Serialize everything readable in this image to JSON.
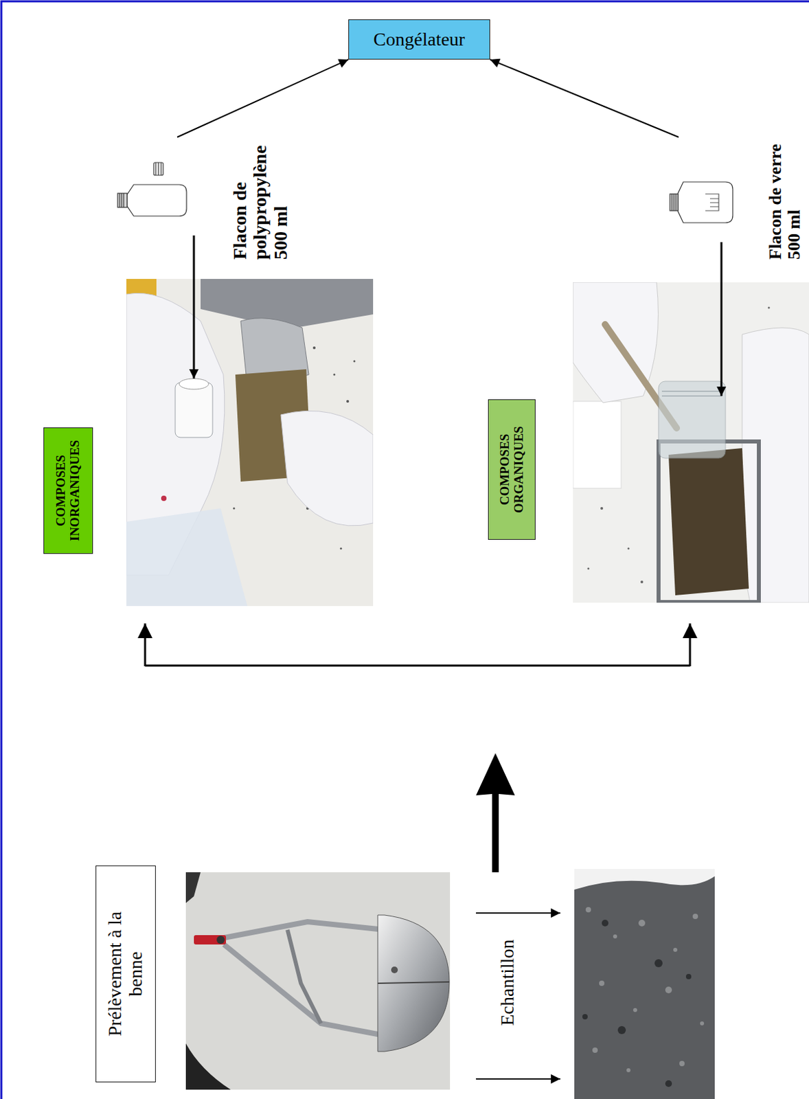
{
  "diagram": {
    "nodes": [
      {
        "text": [
          "Congélateur"
        ]
      },
      {
        "text": [
          "Flacon de polypropylène 500 ml"
        ]
      },
      {
        "text": [
          "Flacon de verre 500 ml"
        ]
      },
      {
        "text": [
          "COMPOSES",
          "INORGANIQUES"
        ]
      },
      {
        "text": [
          "COMPOSES",
          "ORGANIQUES"
        ]
      },
      {
        "text": [
          "Prélèvement à la benne"
        ]
      }
    ],
    "edges": [
      {
        "from": 1,
        "to": 0,
        "arrow": "to"
      },
      {
        "from": 2,
        "to": 0,
        "arrow": "to"
      }
    ],
    "labels": [
      "Echantillon"
    ]
  }
}
